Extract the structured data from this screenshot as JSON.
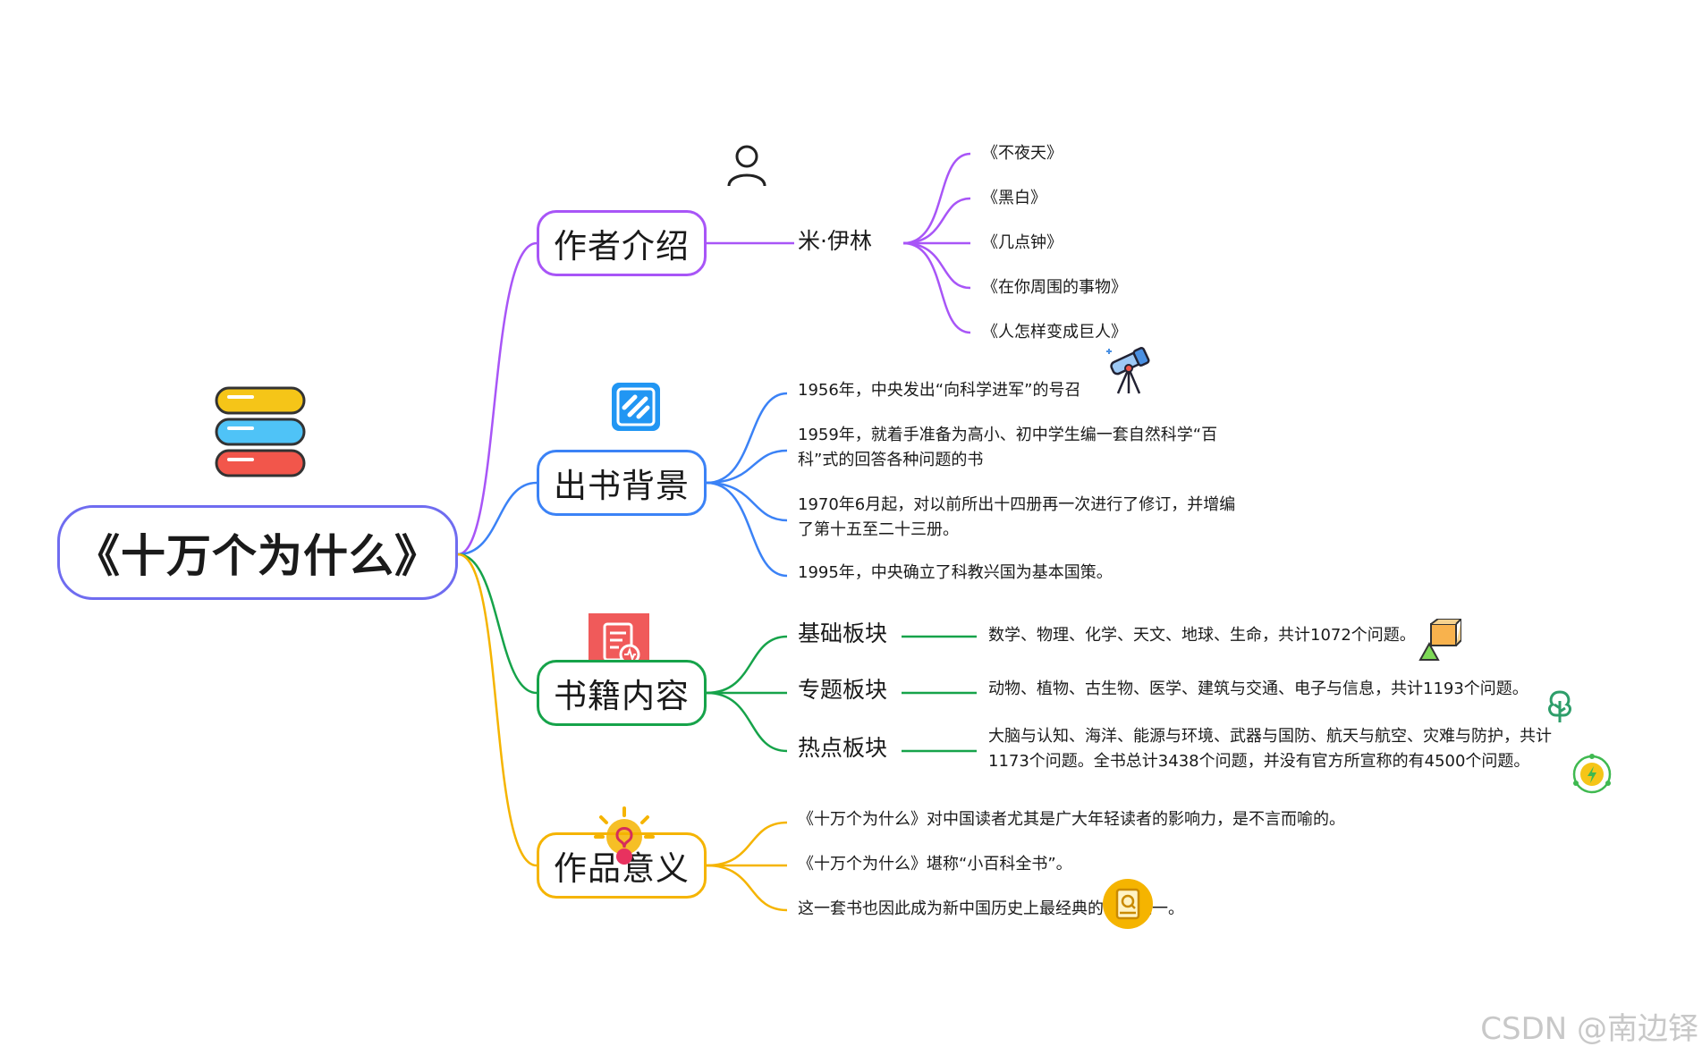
{
  "root": {
    "label": "《十万个为什么》"
  },
  "colors": {
    "root": "#6f6cf0",
    "author": "#a855f7",
    "background": "#3b82f6",
    "content": "#16a34a",
    "meaning": "#f5b400"
  },
  "branches": {
    "author": {
      "label": "作者介绍",
      "person": "米·伊林",
      "works": [
        "《不夜天》",
        "《黑白》",
        "《几点钟》",
        "《在你周围的事物》",
        "《人怎样变成巨人》"
      ]
    },
    "background": {
      "label": "出书背景",
      "items": [
        "1956年，中央发出“向科学进军”的号召",
        "1959年，就着手准备为高小、初中学生编一套自然科学“百科”式的回答各种问题的书",
        "1970年6月起，对以前所出十四册再一次进行了修订，并增编了第十五至二十三册。",
        "1995年，中央确立了科教兴国为基本国策。"
      ]
    },
    "content": {
      "label": "书籍内容",
      "sections": [
        {
          "name": "基础板块",
          "detail": "数学、物理、化学、天文、地球、生命，共计1072个问题。"
        },
        {
          "name": "专题板块",
          "detail": "动物、植物、古生物、医学、建筑与交通、电子与信息，共计1193个问题。"
        },
        {
          "name": "热点板块",
          "detail": "大脑与认知、海洋、能源与环境、武器与国防、航天与航空、灾难与防护，共计1173个问题。全书总计3438个问题，并没有官方所宣称的有4500个问题。"
        }
      ]
    },
    "meaning": {
      "label": "作品意义",
      "items": [
        "《十万个为什么》对中国读者尤其是广大年轻读者的影响力，是不言而喻的。",
        "《十万个为什么》堪称“小百科全书”。",
        "这一套书也因此成为新中国历史上最经典的读物之一。"
      ]
    }
  },
  "icons": [
    "books-stack-icon",
    "person-icon",
    "telescope-icon",
    "document-chart-icon",
    "analysis-icon",
    "geometry-icon",
    "tree-icon",
    "energy-icon",
    "lightbulb-icon",
    "book-search-icon"
  ],
  "watermark": "CSDN @南边铎"
}
